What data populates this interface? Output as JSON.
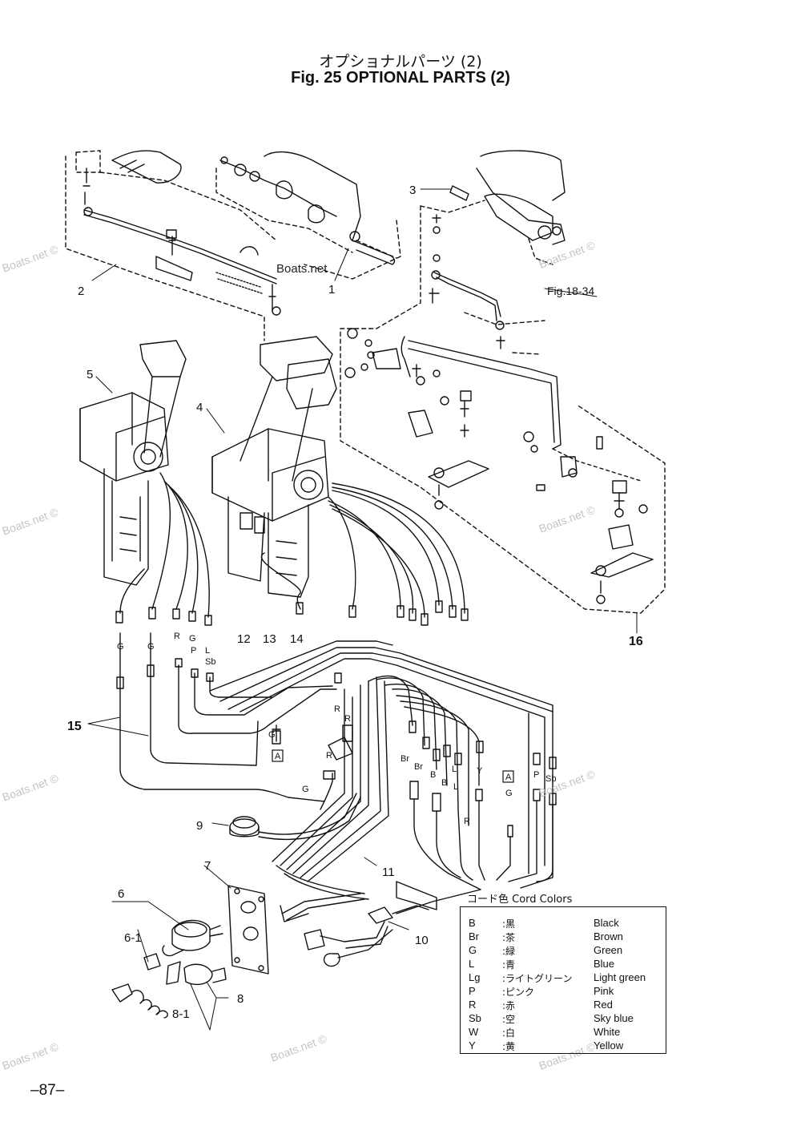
{
  "title": {
    "japanese": "オプショナルパーツ (2)",
    "english": "Fig. 25  OPTIONAL PARTS (2)"
  },
  "callouts": {
    "c1": "1",
    "c2": "2",
    "c3": "3",
    "c4": "4",
    "c5": "5",
    "c6": "6",
    "c6_1": "6-1",
    "c7": "7",
    "c8": "8",
    "c8_1": "8-1",
    "c9": "9",
    "c10": "10",
    "c11": "11",
    "c12": "12",
    "c13": "13",
    "c14": "14",
    "c15": "15",
    "c16": "16"
  },
  "reference": "Fig.18-34",
  "connector_marker": "A",
  "wire_codes": {
    "g": "G",
    "r": "R",
    "p": "P",
    "l": "L",
    "sb": "Sb",
    "br": "Br",
    "b": "B",
    "y": "Y"
  },
  "watermark": "Boats.net ©",
  "watermark_center": "Boats.net",
  "legend": {
    "title": "コード色  Cord Colors",
    "rows": [
      {
        "code": "B",
        "jp": ":黒",
        "en": "Black"
      },
      {
        "code": "Br",
        "jp": ":茶",
        "en": "Brown"
      },
      {
        "code": "G",
        "jp": ":緑",
        "en": "Green"
      },
      {
        "code": "L",
        "jp": ":青",
        "en": "Blue"
      },
      {
        "code": "Lg",
        "jp": ":ライトグリーン",
        "en": "Light green"
      },
      {
        "code": "P",
        "jp": ":ピンク",
        "en": "Pink"
      },
      {
        "code": "R",
        "jp": ":赤",
        "en": "Red"
      },
      {
        "code": "Sb",
        "jp": ":空",
        "en": "Sky blue"
      },
      {
        "code": "W",
        "jp": ":白",
        "en": "White"
      },
      {
        "code": "Y",
        "jp": ":黄",
        "en": "Yellow"
      }
    ]
  },
  "page_number": "–87–"
}
